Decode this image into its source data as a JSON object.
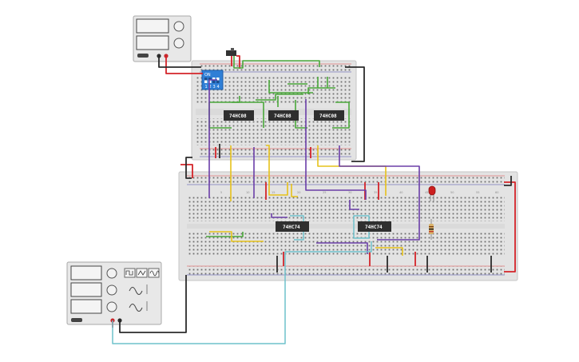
{
  "components": {
    "chips_top": [
      {
        "label": "74HC08"
      },
      {
        "label": "74HC08"
      },
      {
        "label": "74HC08"
      }
    ],
    "chips_bottom": [
      {
        "label": "74HC74"
      },
      {
        "label": "74HC74"
      }
    ],
    "dip_switch": {
      "on_label": "ON",
      "positions": [
        "1",
        "2",
        "3",
        "4"
      ]
    },
    "function_generator": {
      "waveform_buttons": [
        "square-wave",
        "triangle-wave",
        "sine-wave"
      ]
    },
    "led": {
      "color": "#cc1f1f"
    }
  },
  "colors": {
    "wire_red": "#d4242a",
    "wire_black": "#2b2b2b",
    "wire_green": "#4aa83a",
    "wire_yellow": "#e6c21a",
    "wire_purple": "#6b3ea8",
    "wire_cyan": "#6fc2cc",
    "breadboard": "#e3e3e3",
    "chip": "#2f2f2f"
  }
}
